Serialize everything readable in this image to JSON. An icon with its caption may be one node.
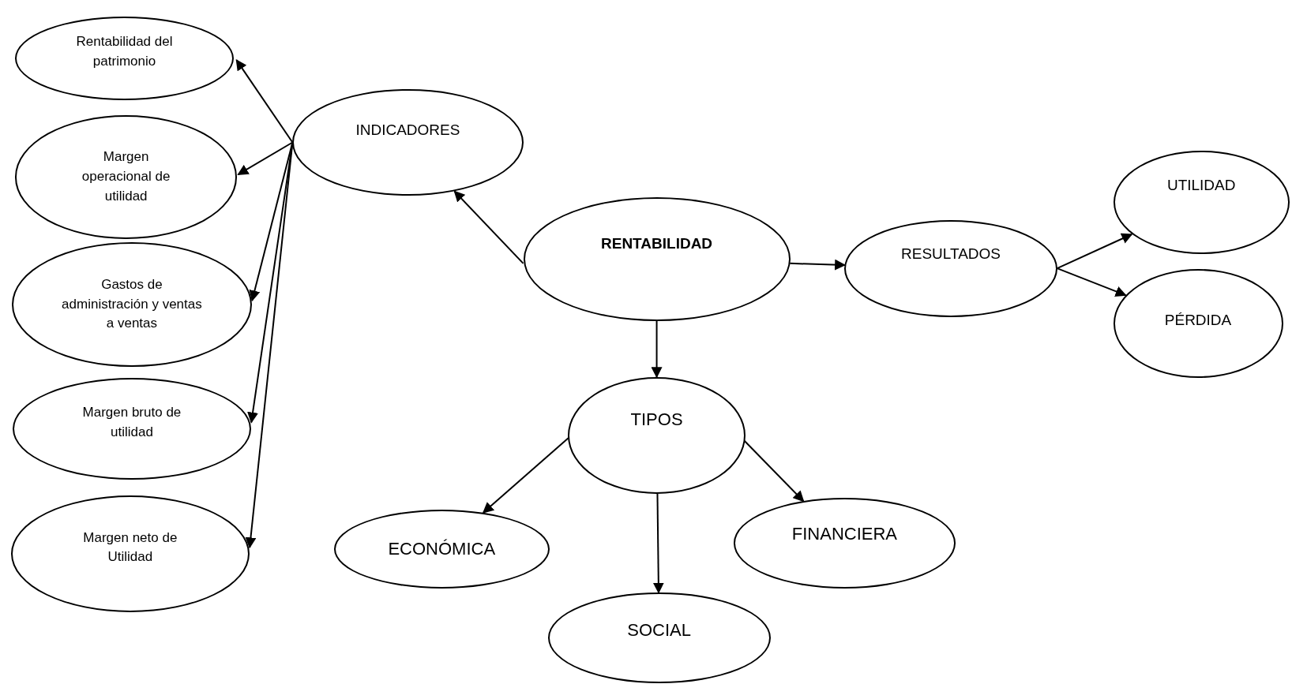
{
  "diagram": {
    "nodes": [
      {
        "text": [
          "Rentabilidad del patrimonio"
        ]
      },
      {
        "text": [
          "Margen operacional de utilidad"
        ]
      },
      {
        "text": [
          "Gastos de administración y ventas a ventas"
        ]
      },
      {
        "text": [
          "Margen bruto de utilidad"
        ]
      },
      {
        "text": [
          "Margen neto de Utilidad"
        ]
      },
      {
        "text": [
          "INDICADORES"
        ]
      },
      {
        "text": [
          "RENTABILIDAD"
        ]
      },
      {
        "text": [
          "RESULTADOS"
        ]
      },
      {
        "text": [
          "UTILIDAD"
        ]
      },
      {
        "text": [
          "PÉRDIDA"
        ]
      },
      {
        "text": [
          "TIPOS"
        ]
      },
      {
        "text": [
          "ECONÓMICA"
        ]
      },
      {
        "text": [
          "FINANCIERA"
        ]
      },
      {
        "text": [
          "SOCIAL"
        ]
      }
    ],
    "edges": [
      {
        "from": 6,
        "to": 5,
        "arrow": "to"
      },
      {
        "from": 6,
        "to": 7,
        "arrow": "to"
      },
      {
        "from": 6,
        "to": 10,
        "arrow": "to"
      },
      {
        "from": 5,
        "to": 0,
        "arrow": "to"
      },
      {
        "from": 5,
        "to": 1,
        "arrow": "to"
      },
      {
        "from": 5,
        "to": 2,
        "arrow": "to"
      },
      {
        "from": 5,
        "to": 3,
        "arrow": "to"
      },
      {
        "from": 5,
        "to": 4,
        "arrow": "to"
      },
      {
        "from": 7,
        "to": 8,
        "arrow": "to"
      },
      {
        "from": 7,
        "to": 9,
        "arrow": "to"
      },
      {
        "from": 10,
        "to": 11,
        "arrow": "to"
      },
      {
        "from": 10,
        "to": 13,
        "arrow": "to"
      },
      {
        "from": 10,
        "to": 12,
        "arrow": "to"
      }
    ]
  }
}
